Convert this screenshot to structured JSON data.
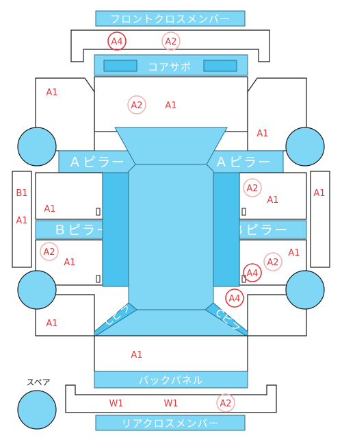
{
  "panels": {
    "front_cross_member": "フロントクロスメンバー",
    "core_support": "コアサポ",
    "a_pillar_left": "Ａピラー",
    "a_pillar_right": "Ａピラー",
    "b_pillar_left": "Ｂピラー",
    "b_pillar_right": "Ｂピラー",
    "back_panel": "バックパネル",
    "rear_cross_member": "リアクロスメンバー",
    "c_pillar_left": "Cピラ",
    "c_pillar_right": "Cピラ"
  },
  "spare_label": "スペア",
  "codes": {
    "front_member_a4": "A4",
    "front_member_a2": "A2",
    "hood_a2": "A2",
    "hood_a1": "A1",
    "front_left_fender": "A1",
    "front_right_fender": "A1",
    "left_rocker_top": "B1",
    "left_rocker_bottom": "A1",
    "right_rocker": "A1",
    "front_left_door": "A1",
    "front_right_door_a2": "A2",
    "front_right_door_a1": "A1",
    "rear_left_door_a2": "A2",
    "rear_left_door_a1": "A1",
    "rear_right_door_a1": "A1",
    "rear_right_door_a2": "A2",
    "rear_right_door_a4": "A4",
    "rear_right_quarter_a4": "A4",
    "rear_left_quarter": "A1",
    "trunk": "A1",
    "rear_member_w1_left": "W1",
    "rear_member_w1_right": "W1",
    "rear_member_a2": "A2"
  }
}
